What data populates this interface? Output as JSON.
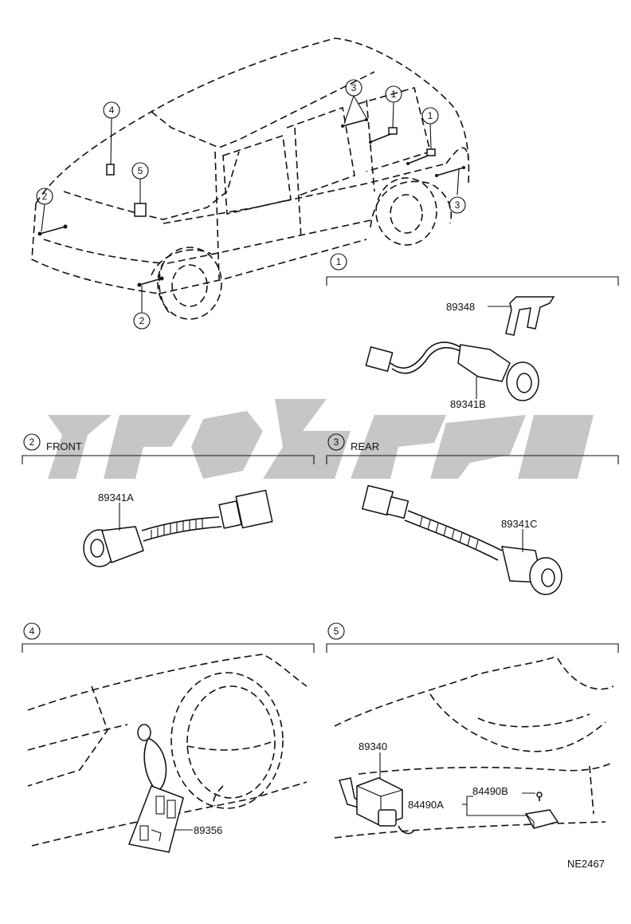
{
  "callouts": [
    "1",
    "2",
    "3",
    "4",
    "5"
  ],
  "vehicle_callouts": {
    "c3_top": "3",
    "c1_a": "1",
    "c1_b": "1",
    "c4": "4",
    "c5": "5",
    "c2_left": "2",
    "c2_bottom": "2",
    "c3_rear": "3"
  },
  "sections": {
    "s1": {
      "number": "1",
      "title": ""
    },
    "s2": {
      "number": "2",
      "title": "FRONT"
    },
    "s3": {
      "number": "3",
      "title": "REAR"
    },
    "s4": {
      "number": "4",
      "title": ""
    },
    "s5": {
      "number": "5",
      "title": ""
    }
  },
  "parts": {
    "p89348": "89348",
    "p89341B": "89341B",
    "p89341A": "89341A",
    "p89341C": "89341C",
    "p89356": "89356",
    "p89340": "89340",
    "p84490B": "84490B",
    "p84490A": "84490A"
  },
  "diagram_code": "NE2467",
  "colors": {
    "line": "#111111",
    "watermark": "#bcbcbc",
    "background": "#ffffff"
  }
}
